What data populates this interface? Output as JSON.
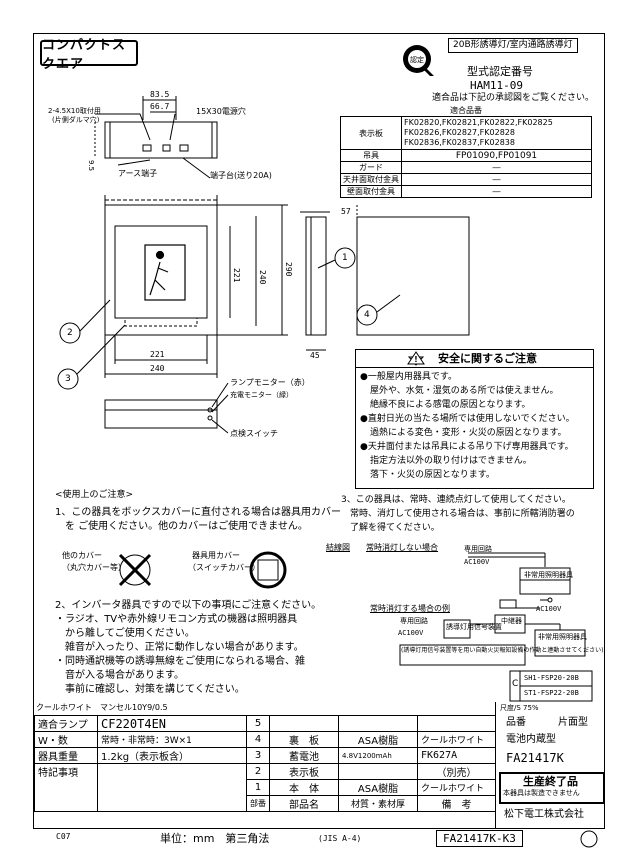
{
  "header": {
    "title": "コンパクトスクエア",
    "spec_label": "20B形誘導灯/室内通路誘導灯",
    "cert_mark": "認定",
    "cert_title": "型式認定番号",
    "cert_no": "HAM11-09",
    "cert_note": "適合品は下記の承認図をご覧ください。"
  },
  "compat_table": {
    "head": "適合品番",
    "row1_label": "表示板",
    "row1_lines": [
      "FK02820,FK02821,FK02822,FK02825",
      "FK02826,FK02827,FK02828",
      "FK02836,FK02837,FK02838"
    ],
    "rows": [
      {
        "label": "吊具",
        "value": "FP01090,FP01091"
      },
      {
        "label": "ガード",
        "value": "―"
      },
      {
        "label": "天井面取付金具",
        "value": "―"
      },
      {
        "label": "壁面取付金具",
        "value": "―"
      }
    ]
  },
  "top_view": {
    "dim_a": "83.5",
    "dim_b": "66.7",
    "hole_note": "2-4.5X10取付用",
    "hole_note2": "(片側ダルマ穴)",
    "wire_hole": "15X30電源穴",
    "earth": "アース端子",
    "terminal": "端子台(送り20A)",
    "dim_side": "9.5"
  },
  "front_view": {
    "w_inner": "221",
    "w_outer": "240",
    "h_inner": "221",
    "h_outer": "240",
    "h_total": "290",
    "depth_top": "57",
    "depth_bottom": "45",
    "callouts": [
      "1",
      "2",
      "3",
      "4"
    ]
  },
  "bottom_labels": {
    "lamp_monitor": "ランプモニター（赤）",
    "charge_monitor": "充電モニター（緑）",
    "test_switch": "点検スイッチ"
  },
  "caution": {
    "title": "安全に関するご注意",
    "items": [
      [
        "●一般屋内用器具です。",
        "屋外や、水気・湿気のある所では使えません。",
        "絶縁不良による感電の原因となります。"
      ],
      [
        "●直射日光の当たる場所では使用しないでください。",
        "過熱による変色・変形・火災の原因となります。"
      ],
      [
        "●天井面付または吊具による吊り下げ専用器具です。",
        "指定方法以外の取り付けはできません。",
        "落下・火災の原因となります。"
      ]
    ]
  },
  "notes": {
    "heading": "<使用上のご注意>",
    "n1": [
      "1、この器具をボックスカバーに直付される場合は器具用カバー",
      "　を ご使用ください。他のカバーはご使用できません。"
    ],
    "other_cover": [
      "他のカバー",
      "（丸穴カバー等）"
    ],
    "fixture_cover": [
      "器具用カバー",
      "（スイッチカバー）"
    ],
    "n2": [
      "2、インバータ器具ですので以下の事項にご注意ください。",
      "・ラジオ、TVや赤外線リモコン方式の機器は照明器具",
      "　から離してご使用ください。",
      "　雑音が入ったり、正常に動作しない場合があります。",
      "・同時通訳機等の誘導無線をご使用になられる場合、雑",
      "　音が入る場合があります。",
      "　事前に確認し、対策を講じてください。"
    ],
    "n3": [
      "3、この器具は、常時、連続点灯して使用してください。",
      "　常時、消灯して使用される場合は、事前に所轄消防署の",
      "　了解を得てください。"
    ]
  },
  "wiring": {
    "label": "結線図",
    "case1": "常時消灯しない場合",
    "case2": "常時消灯する場合の例",
    "power": "専用回路",
    "ac": "AC100V",
    "fixture": "非常用照明器具",
    "relay": "中継器",
    "signal": "誘導灯用信号装置",
    "trans": "信号装置",
    "note": "(誘導灯用信号装置等を用い自動火災報知設備の作動と連動させてください)",
    "sh1": "SH1-FSP20-20B",
    "st1": "ST1-FSP22-20B",
    "c": "C"
  },
  "bottom_table": {
    "top_left": "クールホワイト　マンセル10Y9/0.5",
    "lamp_label": "適合ランプ",
    "lamp_value": "CF220T4EN",
    "watt_label": "W・数",
    "watt_value": "常時・非常時：3W×1",
    "weight_label": "器具重量",
    "weight_value": "1.2kg（表示板含）",
    "special_label": "特記事項",
    "parts": [
      {
        "no": "5",
        "name": "",
        "mat": "",
        "finish": ""
      },
      {
        "no": "4",
        "name": "裏　板",
        "mat": "ASA樹脂",
        "finish": "クールホワイト"
      },
      {
        "no": "3",
        "name": "蓄電池",
        "mat": "4.8V1200mAh",
        "finish": "FK627A"
      },
      {
        "no": "2",
        "name": "表示板",
        "mat": "",
        "finish": "（別売）"
      },
      {
        "no": "1",
        "name": "本　体",
        "mat": "ASA樹脂",
        "finish": "クールホワイト"
      }
    ],
    "head": {
      "no": "部番",
      "name": "部品名",
      "mat": "材質・素材厚",
      "finish": "備　考"
    },
    "right": {
      "scale": "尺度/S 75%",
      "model_label": "品番",
      "model_type": "片面型",
      "battery": "電池内蔵型",
      "part_no": "FA21417K",
      "stamp": "生産終了品",
      "stamp_note": "本器具は製造できません",
      "maker": "松下電工株式会社"
    }
  },
  "footer": {
    "code": "C07",
    "unit": "単位：mm　第三角法",
    "jis": "(JIS A-4)",
    "doc": "FA21417K-K3"
  }
}
